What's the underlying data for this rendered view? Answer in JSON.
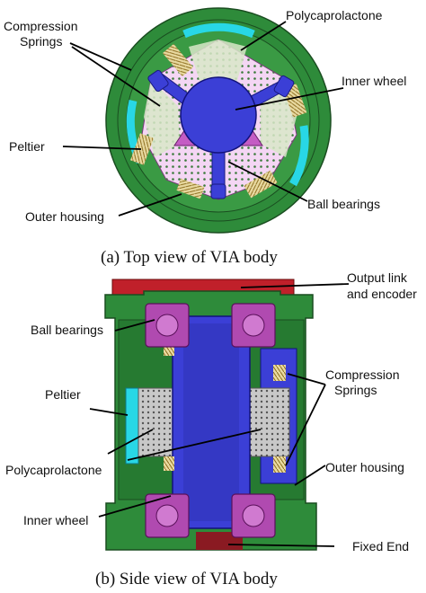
{
  "top": {
    "labels": {
      "compression_springs_1": "Compression",
      "compression_springs_2": "Springs",
      "polycaprolactone": "Polycaprolactone",
      "inner_wheel": "Inner wheel",
      "peltier": "Peltier",
      "ball_bearings": "Ball bearings",
      "outer_housing": "Outer housing"
    },
    "caption": "(a) Top view of VIA body"
  },
  "side": {
    "labels": {
      "output_link_1": "Output link",
      "output_link_2": "and encoder",
      "ball_bearings": "Ball bearings",
      "compression_springs_1": "Compression",
      "compression_springs_2": "Springs",
      "peltier": "Peltier",
      "polycaprolactone": "Polycaprolactone",
      "outer_housing": "Outer housing",
      "inner_wheel": "Inner wheel",
      "fixed_end": "Fixed End"
    },
    "caption": "(b) Side view of VIA body"
  },
  "colors": {
    "housing": "#2e8b3a",
    "housing_dark": "#1f6b2a",
    "inner_wheel": "#3b3fd6",
    "bearing": "#b04ab0",
    "peltier": "#28d7e6",
    "pcl": "#c8c8c8",
    "output_link": "#c0202a",
    "spring": "#c9a23a"
  }
}
